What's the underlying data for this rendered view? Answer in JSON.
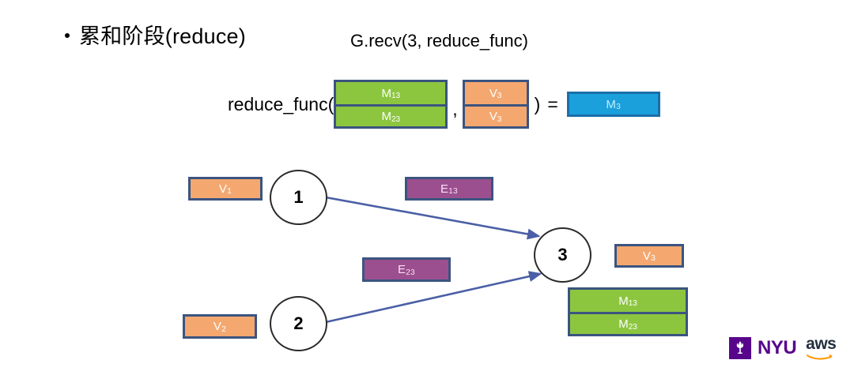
{
  "slide": {
    "background": "#ffffff",
    "heading": {
      "bullet_text": "累和阶段(reduce)",
      "api_call": "G.recv(3, reduce_func)"
    },
    "formula": {
      "func_open": "reduce_func(",
      "comma": ",",
      "paren_close": ")",
      "equals": "=",
      "arg1": {
        "top": "M",
        "top_sub": "13",
        "bottom": "M",
        "bottom_sub": "23",
        "color": "#8CC63F"
      },
      "arg2": {
        "top": "V",
        "top_sub": "3",
        "bottom": "V",
        "bottom_sub": "3",
        "color": "#F4A870"
      },
      "result": {
        "label": "M",
        "sub": "3",
        "color": "#1CA0DC"
      }
    },
    "graph": {
      "nodes": [
        {
          "id": "1",
          "label": "1"
        },
        {
          "id": "2",
          "label": "2"
        },
        {
          "id": "3",
          "label": "3"
        }
      ],
      "edges": [
        {
          "from": "1",
          "to": "3",
          "color": "#4A5FA5"
        },
        {
          "from": "2",
          "to": "3",
          "color": "#4A5FA5"
        }
      ],
      "boxes": [
        {
          "name": "v1",
          "label": "V",
          "sub": "1",
          "color": "#F4A870"
        },
        {
          "name": "v2",
          "label": "V",
          "sub": "2",
          "color": "#F4A870"
        },
        {
          "name": "v3",
          "label": "V",
          "sub": "3",
          "color": "#F4A870"
        },
        {
          "name": "e13",
          "label": "E",
          "sub": "13",
          "color": "#9B4F8E"
        },
        {
          "name": "e23",
          "label": "E",
          "sub": "23",
          "color": "#9B4F8E"
        },
        {
          "name": "m13",
          "label": "M",
          "sub": "13",
          "color": "#8CC63F"
        },
        {
          "name": "m23",
          "label": "M",
          "sub": "23",
          "color": "#8CC63F"
        }
      ]
    },
    "logos": {
      "nyu_text": "NYU",
      "nyu_color": "#57068c",
      "aws_text": "aws",
      "aws_color": "#232f3e",
      "aws_swoosh_color": "#ff9900"
    },
    "colors": {
      "box_border": "#3b5480",
      "green": "#8CC63F",
      "orange": "#F4A870",
      "purple": "#9B4F8E",
      "blue": "#1CA0DC",
      "arrow": "#4A5FA5",
      "node_stroke": "#2b2b2b"
    }
  }
}
